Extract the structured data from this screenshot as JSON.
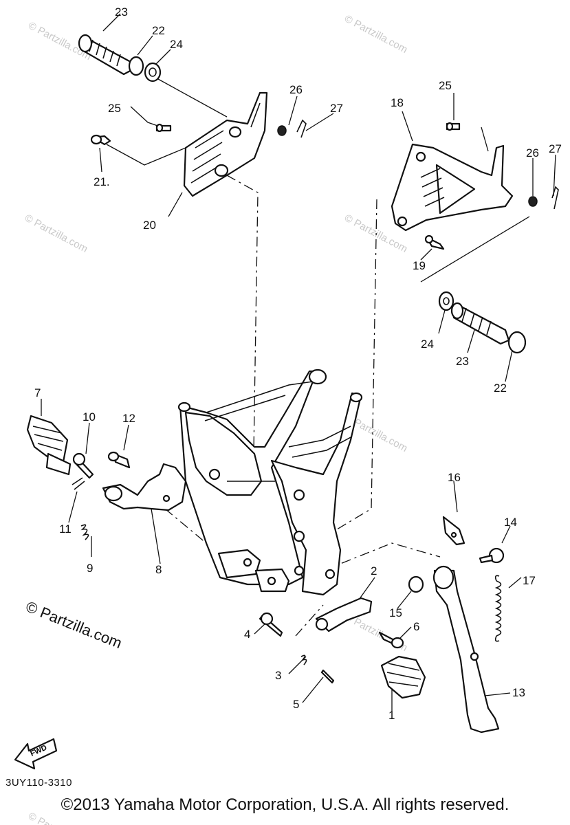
{
  "diagram": {
    "code": "3UY110-3310",
    "copyright": "©2013 Yamaha Motor Corporation, U.S.A. All rights reserved.",
    "fwd_label": "FWD",
    "watermark": "© Partzilla.com",
    "watermark_large": "© Partzilla.com",
    "callouts": {
      "c1": "1",
      "c2": "2",
      "c3": "3",
      "c4": "4",
      "c5": "5",
      "c6": "6",
      "c7": "7",
      "c8": "8",
      "c9": "9",
      "c10": "10",
      "c11": "11",
      "c12": "12",
      "c13": "13",
      "c14": "14",
      "c15": "15",
      "c16": "16",
      "c17": "17",
      "c18": "18",
      "c19": "19",
      "c20": "20",
      "c21": "21.",
      "c22a": "22",
      "c22b": "22",
      "c23a": "23",
      "c23b": "23",
      "c24a": "24",
      "c24b": "24",
      "c25a": "25",
      "c25b": "25",
      "c26a": "26",
      "c26b": "26",
      "c27a": "27",
      "c27b": "27"
    }
  }
}
